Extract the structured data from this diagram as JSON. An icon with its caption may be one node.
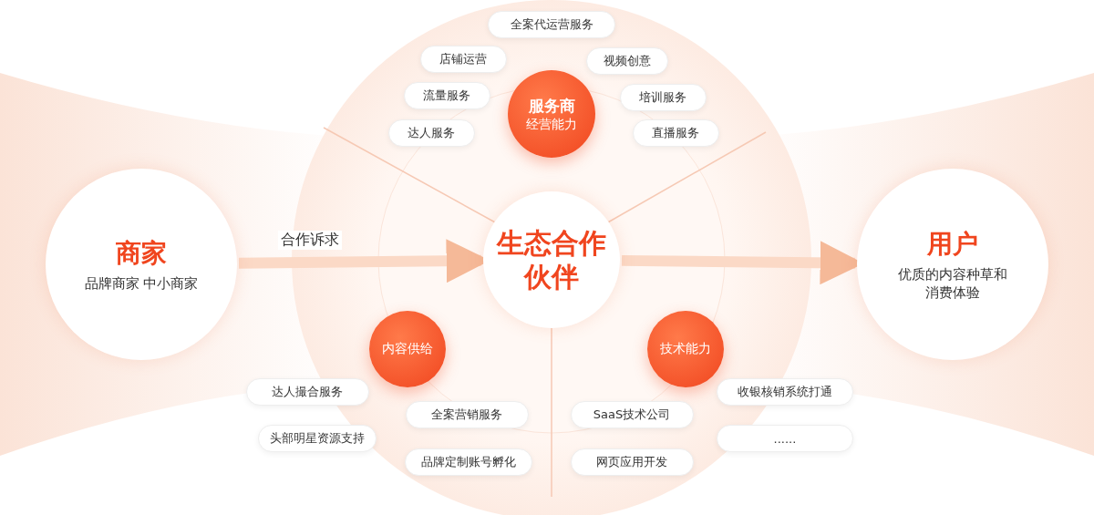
{
  "diagram": {
    "nodes": [
      {
        "text": [
          "商家",
          "品牌商家 中小商家"
        ]
      },
      {
        "text": [
          "全案代运营服务"
        ]
      },
      {
        "text": [
          "店铺运营"
        ]
      },
      {
        "text": [
          "视频创意"
        ]
      },
      {
        "text": [
          "服务商",
          "经营能力"
        ]
      },
      {
        "text": [
          "流量服务"
        ]
      },
      {
        "text": [
          "培训服务"
        ]
      },
      {
        "text": [
          "达人服务"
        ]
      },
      {
        "text": [
          "直播服务"
        ]
      },
      {
        "text": [
          "生态合作伙伴"
        ]
      },
      {
        "text": [
          "用户",
          "优质的内容种草和消费体验"
        ]
      },
      {
        "text": [
          "内容供给"
        ]
      },
      {
        "text": [
          "技术能力"
        ]
      },
      {
        "text": [
          "达人撮合服务"
        ]
      },
      {
        "text": [
          "收银核销系统打通"
        ]
      },
      {
        "text": [
          "全案营销服务"
        ]
      },
      {
        "text": [
          "SaaS技术公司"
        ]
      },
      {
        "text": [
          "头部明星资源支持"
        ]
      },
      {
        "text": [
          "......"
        ]
      },
      {
        "text": [
          "品牌定制账号孵化"
        ]
      },
      {
        "text": [
          "网页应用开发"
        ]
      }
    ],
    "edges": [
      {
        "from": 0,
        "to": 9,
        "arrow": "to",
        "label": "合作诉求"
      },
      {
        "from": 9,
        "to": 10,
        "arrow": "to"
      }
    ]
  }
}
